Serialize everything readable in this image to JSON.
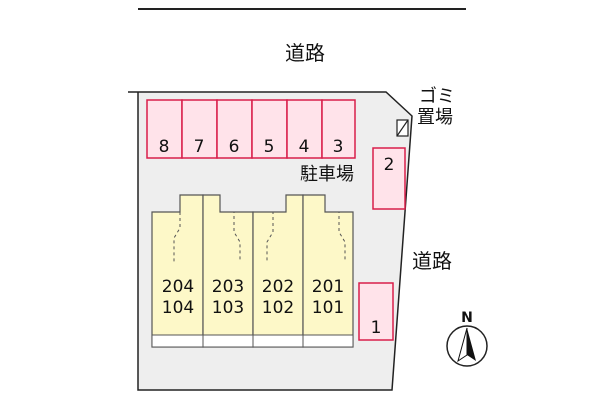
{
  "roads": {
    "top_label": "道路",
    "right_label": "道路"
  },
  "parking": {
    "area_label": "駐車場",
    "row_spaces": [
      "8",
      "7",
      "6",
      "5",
      "4",
      "3"
    ],
    "space_2": "2",
    "space_1": "1"
  },
  "garbage": {
    "label_line1": "ゴミ",
    "label_line2": "置場"
  },
  "units": [
    {
      "upper": "204",
      "lower": "104"
    },
    {
      "upper": "203",
      "lower": "103"
    },
    {
      "upper": "202",
      "lower": "102"
    },
    {
      "upper": "201",
      "lower": "101"
    }
  ],
  "compass": {
    "label": "N"
  },
  "colors": {
    "lot_fill": "#eeeeee",
    "parking_stroke": "#d91e4a",
    "parking_fill": "#ffe3ea",
    "building_fill": "#fdf8c8",
    "building_stroke": "#555555"
  }
}
